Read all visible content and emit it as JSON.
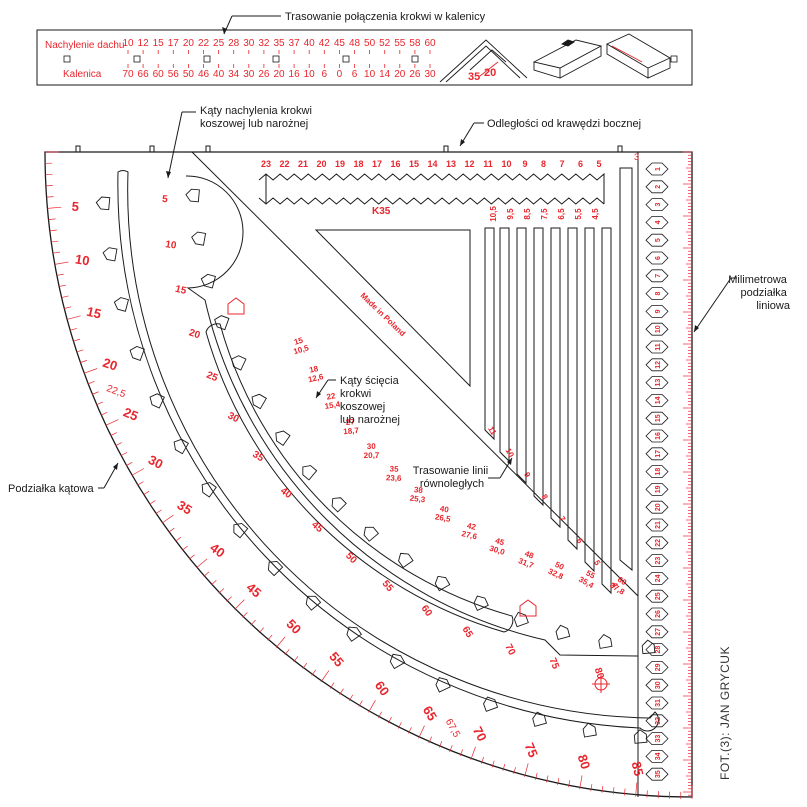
{
  "colors": {
    "ink": "#1a1a1a",
    "scale_red": "#e8262d",
    "paper": "#ffffff"
  },
  "header": {
    "caption": "Trasowanie połączenia krokwi w kalenicy",
    "row1_label": "Nachylenie dachu",
    "row2_label": "Kalenica",
    "row1_values": [
      "10",
      "12",
      "15",
      "17",
      "20",
      "22",
      "25",
      "28",
      "30",
      "32",
      "35",
      "37",
      "40",
      "42",
      "45",
      "48",
      "50",
      "52",
      "55",
      "58",
      "60"
    ],
    "row2_values": [
      "70",
      "66",
      "60",
      "56",
      "50",
      "46",
      "40",
      "34",
      "30",
      "26",
      "20",
      "16",
      "10",
      "6",
      "0",
      "6",
      "10",
      "14",
      "20",
      "26",
      "30"
    ],
    "angle_a": "35",
    "angle_b": "20"
  },
  "callouts": {
    "hip_angles": "Kąty nachylenia krokwi koszowej lub narożnej",
    "edge_distances": "Odległości od krawędzi bocznej",
    "metric_scale": "Milimetrowa podziałka liniowa",
    "angle_scale": "Podziałka kątowa",
    "cut_angles": "Kąty ścięcia krokwi koszowej lub narożnej",
    "parallel_lines": "Trasowanie linii równoległych"
  },
  "square": {
    "model": "K35",
    "made_in": "Made in Poland",
    "top_numbers": [
      "23",
      "22",
      "21",
      "20",
      "19",
      "18",
      "17",
      "16",
      "15",
      "14",
      "13",
      "12",
      "11",
      "10",
      "9",
      "8",
      "7",
      "6",
      "5"
    ],
    "slot_top_labels": [
      "10,5",
      "9,5",
      "8,5",
      "7,5",
      "6,5",
      "5,5",
      "4,5"
    ],
    "slot_bottom_labels": [
      "11",
      "10",
      "9",
      "8",
      "7",
      "6",
      "5",
      "4"
    ],
    "corner_mark": "3",
    "ruler_numbers": [
      "1",
      "2",
      "3",
      "4",
      "5",
      "6",
      "7",
      "8",
      "9",
      "10",
      "11",
      "12",
      "13",
      "14",
      "15",
      "16",
      "17",
      "18",
      "19",
      "20",
      "21",
      "22",
      "23",
      "24",
      "25",
      "26",
      "27",
      "28",
      "29",
      "30",
      "31",
      "32",
      "33",
      "34",
      "35"
    ]
  },
  "angle_scale": {
    "outer": [
      "5",
      "10",
      "15",
      "20",
      "25",
      "30",
      "35",
      "40",
      "45",
      "50",
      "55",
      "60",
      "65",
      "70",
      "75",
      "80",
      "85"
    ],
    "outer_half": [
      "22,5",
      "67,5"
    ],
    "middle": [
      "5",
      "10",
      "15",
      "20",
      "25",
      "30",
      "35",
      "40",
      "45",
      "50",
      "55",
      "60",
      "65",
      "70",
      "75",
      "80"
    ],
    "cut_pairs": [
      [
        "15",
        "10,5"
      ],
      [
        "18",
        "12,6"
      ],
      [
        "22",
        "15,4"
      ],
      [
        "27",
        "18,7"
      ],
      [
        "30",
        "20,7"
      ],
      [
        "35",
        "23,6"
      ],
      [
        "38",
        "25,3"
      ],
      [
        "40",
        "26,5"
      ],
      [
        "42",
        "27,6"
      ],
      [
        "45",
        "30,0"
      ],
      [
        "48",
        "31,7"
      ],
      [
        "50",
        "32,8"
      ],
      [
        "55",
        "35,4"
      ],
      [
        "60",
        "37,8"
      ]
    ]
  },
  "credit": "FOT.(3): JAN GRYCUK"
}
